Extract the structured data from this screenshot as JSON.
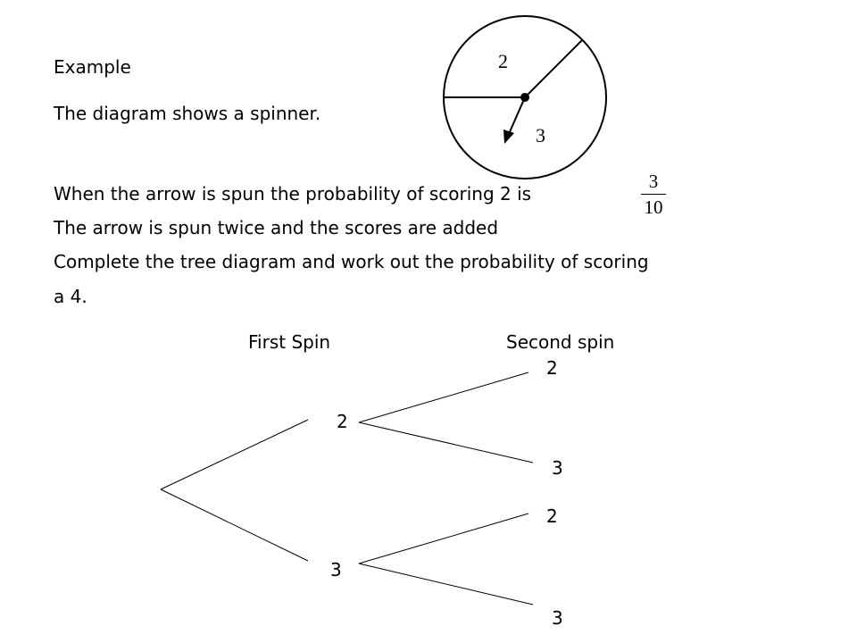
{
  "heading": "Example",
  "intro": "The diagram shows a spinner.",
  "spinner": {
    "label_top": "2",
    "label_bottom": "3"
  },
  "question": {
    "line1": "When the arrow is spun the probability of scoring 2 is",
    "fraction_numerator": "3",
    "fraction_denominator": "10",
    "line2": "The arrow is spun twice and the scores are added",
    "line3": "Complete the tree diagram and work out the probability of scoring",
    "line4": "a 4."
  },
  "tree": {
    "first_spin_header": "First Spin",
    "second_spin_header": "Second spin",
    "first_nodes": [
      "2",
      "3"
    ],
    "second_nodes": [
      "2",
      "3",
      "2",
      "3"
    ]
  }
}
